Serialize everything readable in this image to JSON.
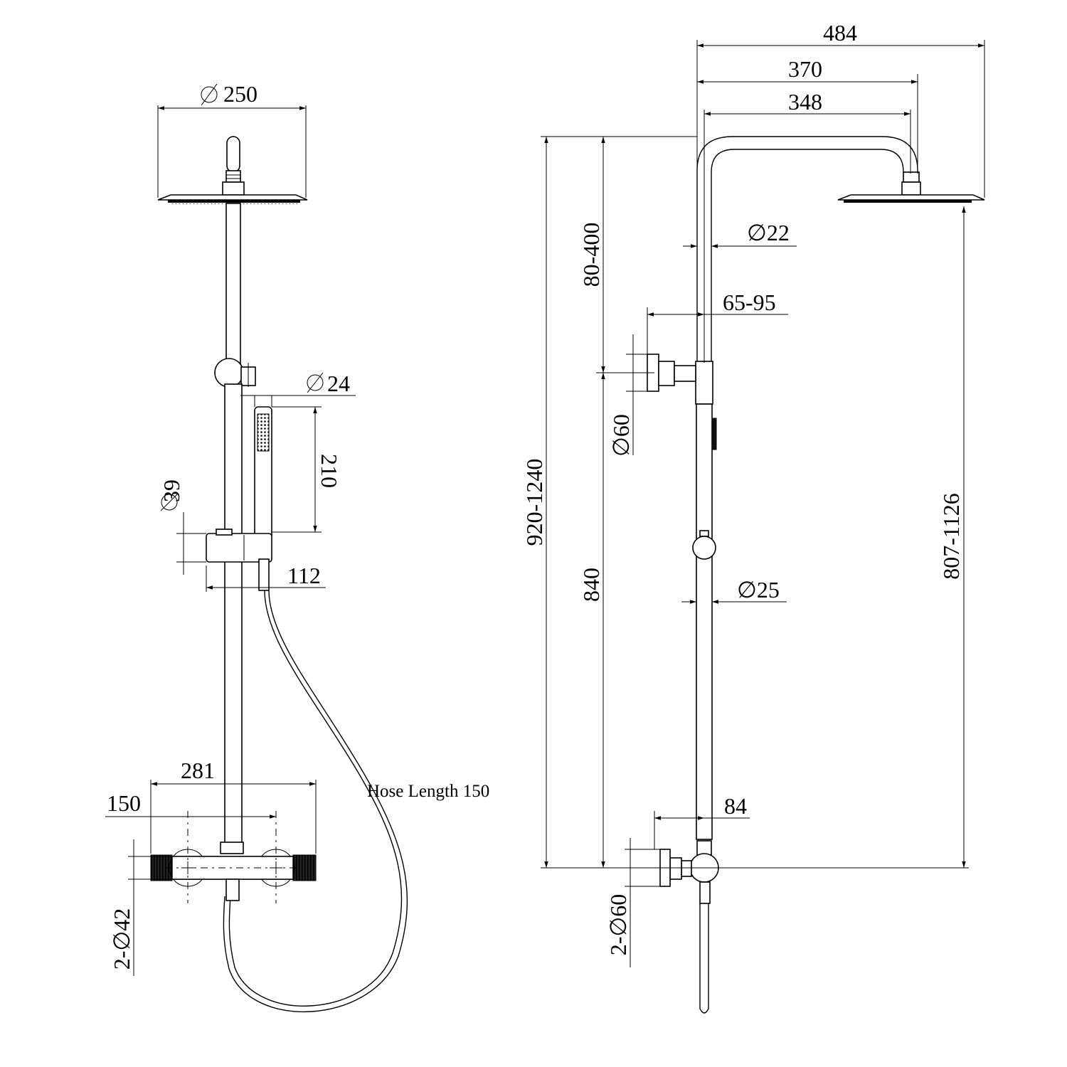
{
  "front_view": {
    "showerhead_diameter": "250",
    "handshower_diameter": "24",
    "handshower_length": "210",
    "rail_diameter": "39",
    "slider_offset": "112",
    "hose_length": "Hose Length 150",
    "valve_width": "281",
    "inlet_centers": "150",
    "inlet_diameter": "2-∅42"
  },
  "side_view": {
    "arm_reach_total": "484",
    "arm_reach": "370",
    "arm_reach_center": "348",
    "arm_tube_diameter": "∅22",
    "bracket_offset": "65-95",
    "bracket_diameter": "∅60",
    "bracket_height_range": "80-400",
    "overall_height_range": "920-1240",
    "bracket_height": "840",
    "riser_diameter": "∅25",
    "head_height_range": "807-1126",
    "valve_offset": "84",
    "flange_diameter": "2-∅60"
  }
}
